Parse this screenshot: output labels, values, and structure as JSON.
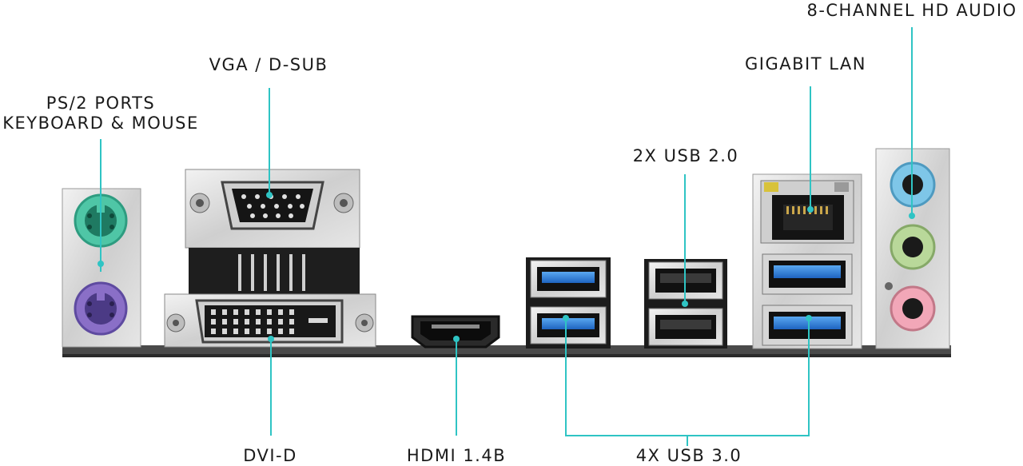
{
  "labels": {
    "ps2_line1": "PS/2 PORTS",
    "ps2_line2": "KEYBOARD & MOUSE",
    "vga": "VGA / D-SUB",
    "dvi": "DVI-D",
    "hdmi": "HDMI 1.4B",
    "usb2": "2X USB 2.0",
    "usb3": "4X USB 3.0",
    "lan": "GIGABIT LAN",
    "audio": "8-CHANNEL HD AUDIO"
  },
  "colors": {
    "leader_line": "#2fc4c4",
    "ps2_keyboard": "#4fc6a6",
    "ps2_mouse": "#8a6fc7",
    "usb3_blue": "#2f7fd6",
    "audio_line_in": "#7ec6e8",
    "audio_line_out": "#b9d89a",
    "audio_mic": "#f2a7b8",
    "panel_base": "#4a4a4a"
  }
}
